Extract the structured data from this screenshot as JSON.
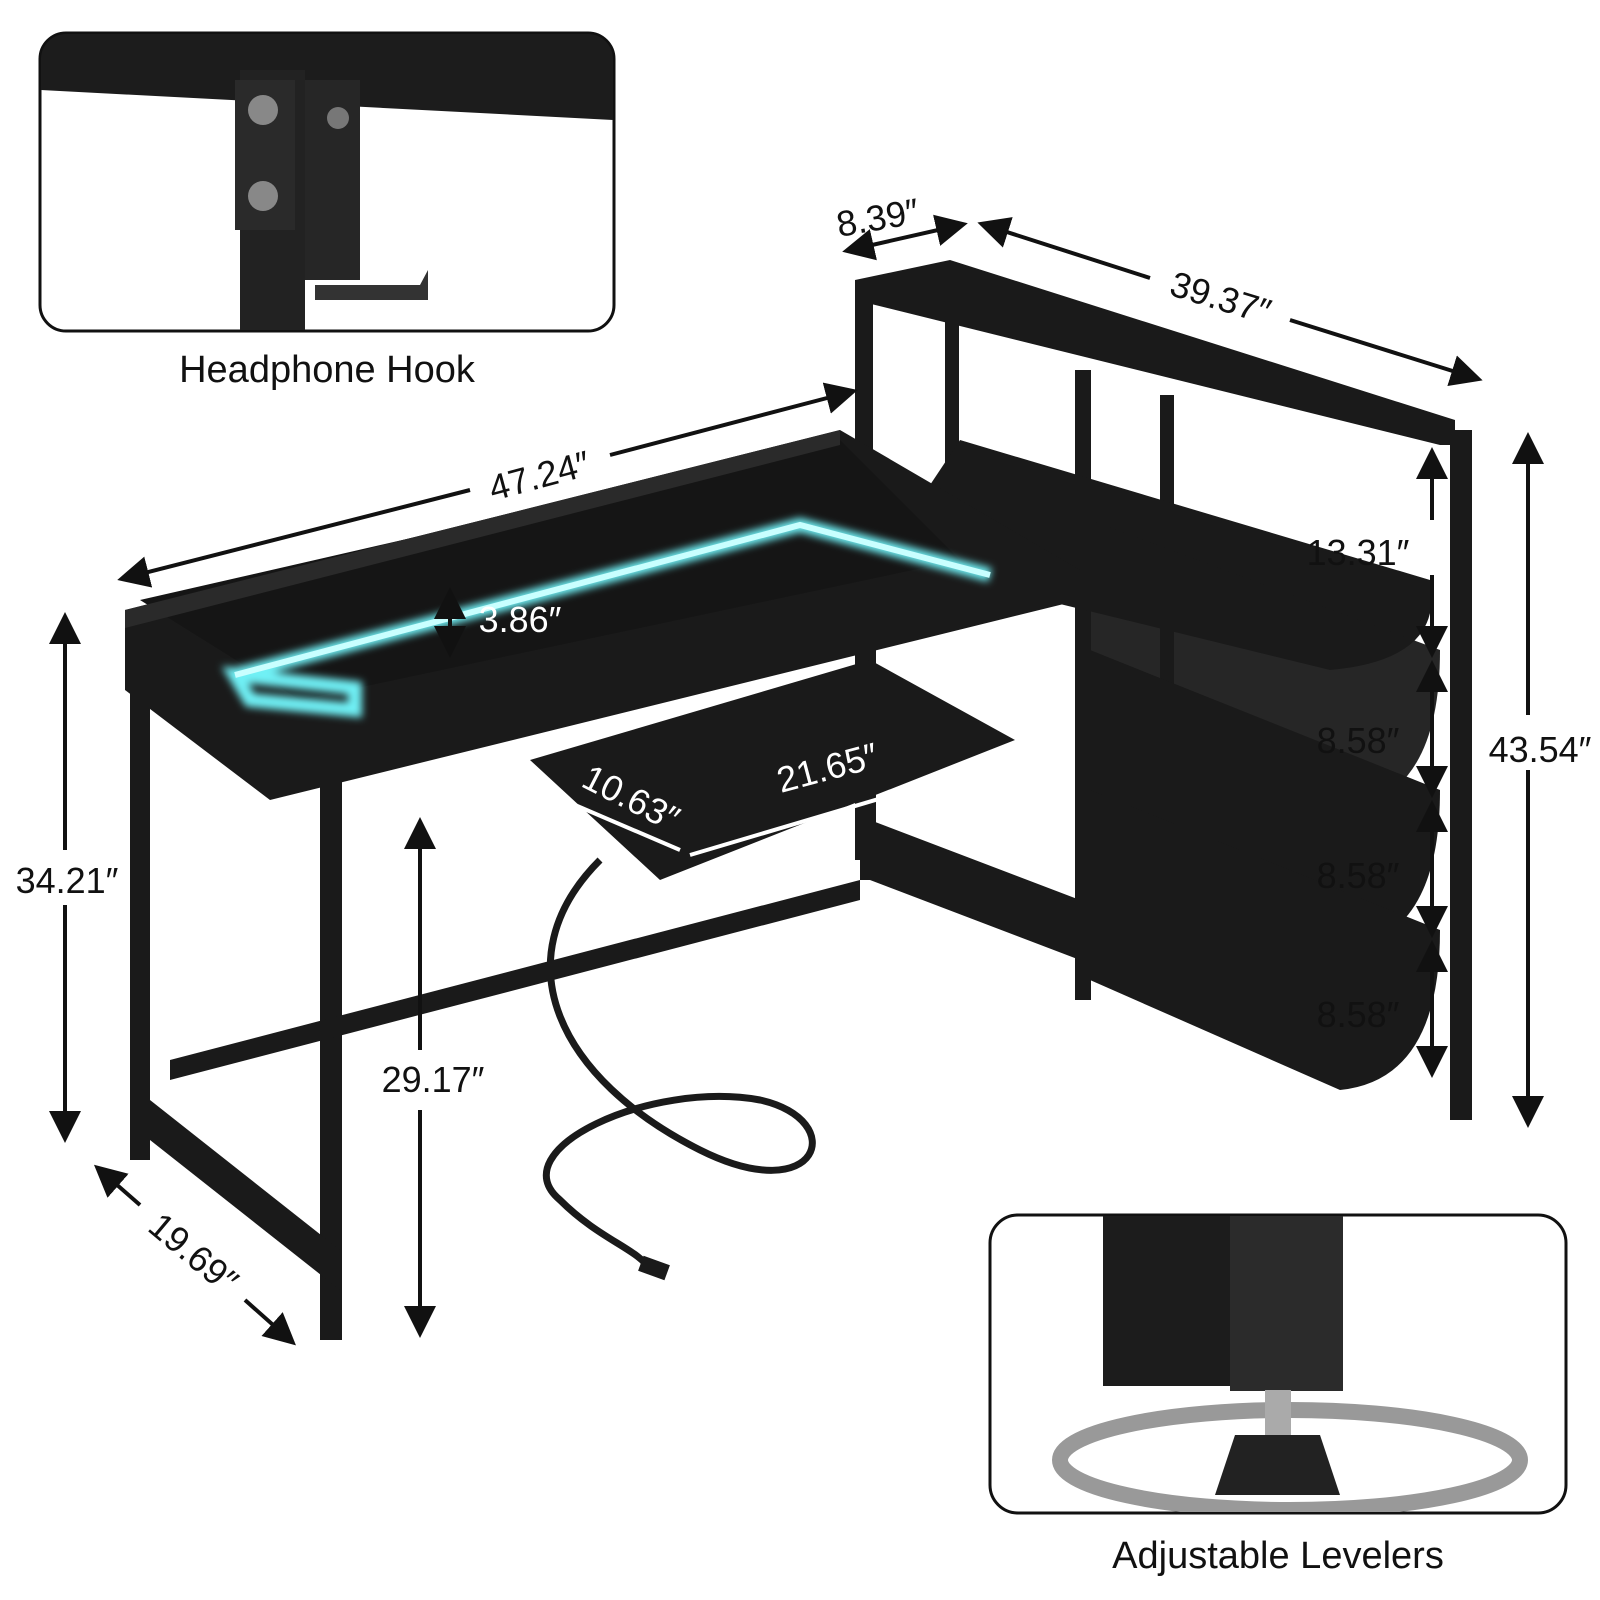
{
  "insets": {
    "headphone_hook": {
      "caption": "Headphone Hook"
    },
    "adjustable_levelers": {
      "caption": "Adjustable Levelers"
    }
  },
  "dimensions": {
    "shelf_depth": "8.39″",
    "shelf_length": "39.37″",
    "desk_width": "47.24″",
    "monitor_stand_height": "3.86″",
    "top_shelf_gap": "13.31″",
    "shelf_gap_2": "8.58″",
    "shelf_gap_3": "8.58″",
    "shelf_gap_4": "8.58″",
    "shelf_height": "43.54″",
    "desk_height": "34.21″",
    "keyboard_tray_width": "21.65″",
    "keyboard_tray_depth": "10.63″",
    "under_desk_clearance": "29.17″",
    "desk_depth": "19.69″"
  },
  "colors": {
    "furniture": "#1a1a1a",
    "led": "#6ff0f5",
    "line": "#111111"
  }
}
